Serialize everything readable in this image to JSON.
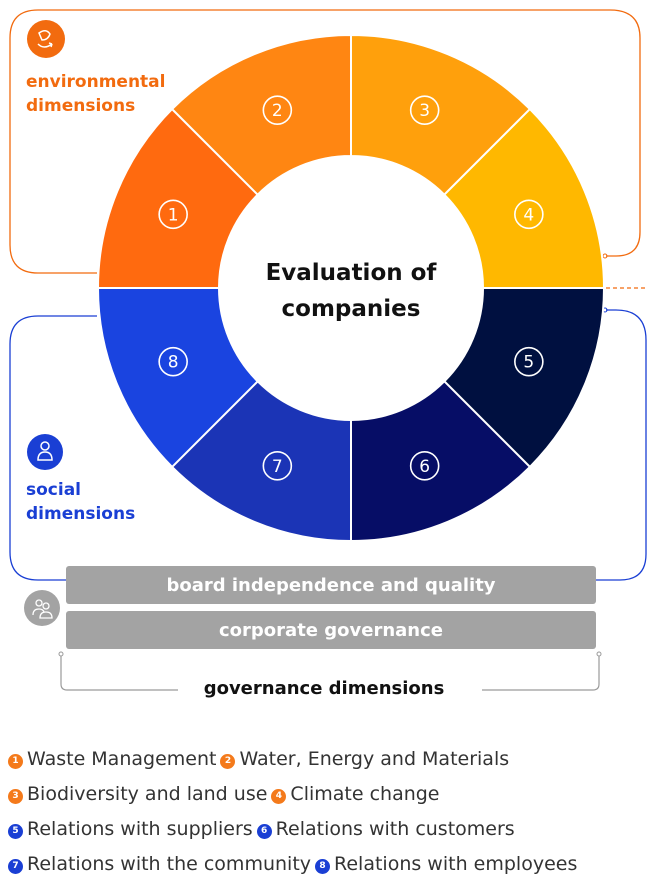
{
  "center_title": [
    "Evaluation of",
    "companies"
  ],
  "environmental": {
    "line1": "environmental",
    "line2": "dimensions",
    "icon": "leaf-icon"
  },
  "social": {
    "line1": "social",
    "line2": "dimensions",
    "icon": "person-icon"
  },
  "governance": {
    "icon": "people-group-icon",
    "bars": [
      "board independence and quality",
      "corporate governance"
    ],
    "label": "governance dimensions"
  },
  "segments": [
    {
      "num": "1",
      "color": "#ff6a0f"
    },
    {
      "num": "2",
      "color": "#ff8612"
    },
    {
      "num": "3",
      "color": "#ffa00c"
    },
    {
      "num": "4",
      "color": "#ffb800"
    },
    {
      "num": "5",
      "color": "#001040"
    },
    {
      "num": "6",
      "color": "#060d66"
    },
    {
      "num": "7",
      "color": "#1b34b6"
    },
    {
      "num": "8",
      "color": "#1a44e0"
    }
  ],
  "legend": [
    [
      {
        "num": "1",
        "text": "Waste Management"
      },
      {
        "num": "2",
        "text": "Water, Energy and Materials"
      }
    ],
    [
      {
        "num": "3",
        "text": "Biodiversity and land use"
      },
      {
        "num": "4",
        "text": "Climate change"
      }
    ],
    [
      {
        "num": "5",
        "text": "Relations with suppliers"
      },
      {
        "num": "6",
        "text": "Relations with customers"
      }
    ],
    [
      {
        "num": "7",
        "text": "Relations with the community"
      },
      {
        "num": "8",
        "text": "Relations with employees"
      }
    ]
  ],
  "colors": {
    "orange_accent": "#f26b0f",
    "blue_accent": "#1a3fd4",
    "gray_bar": "#a3a3a3"
  }
}
